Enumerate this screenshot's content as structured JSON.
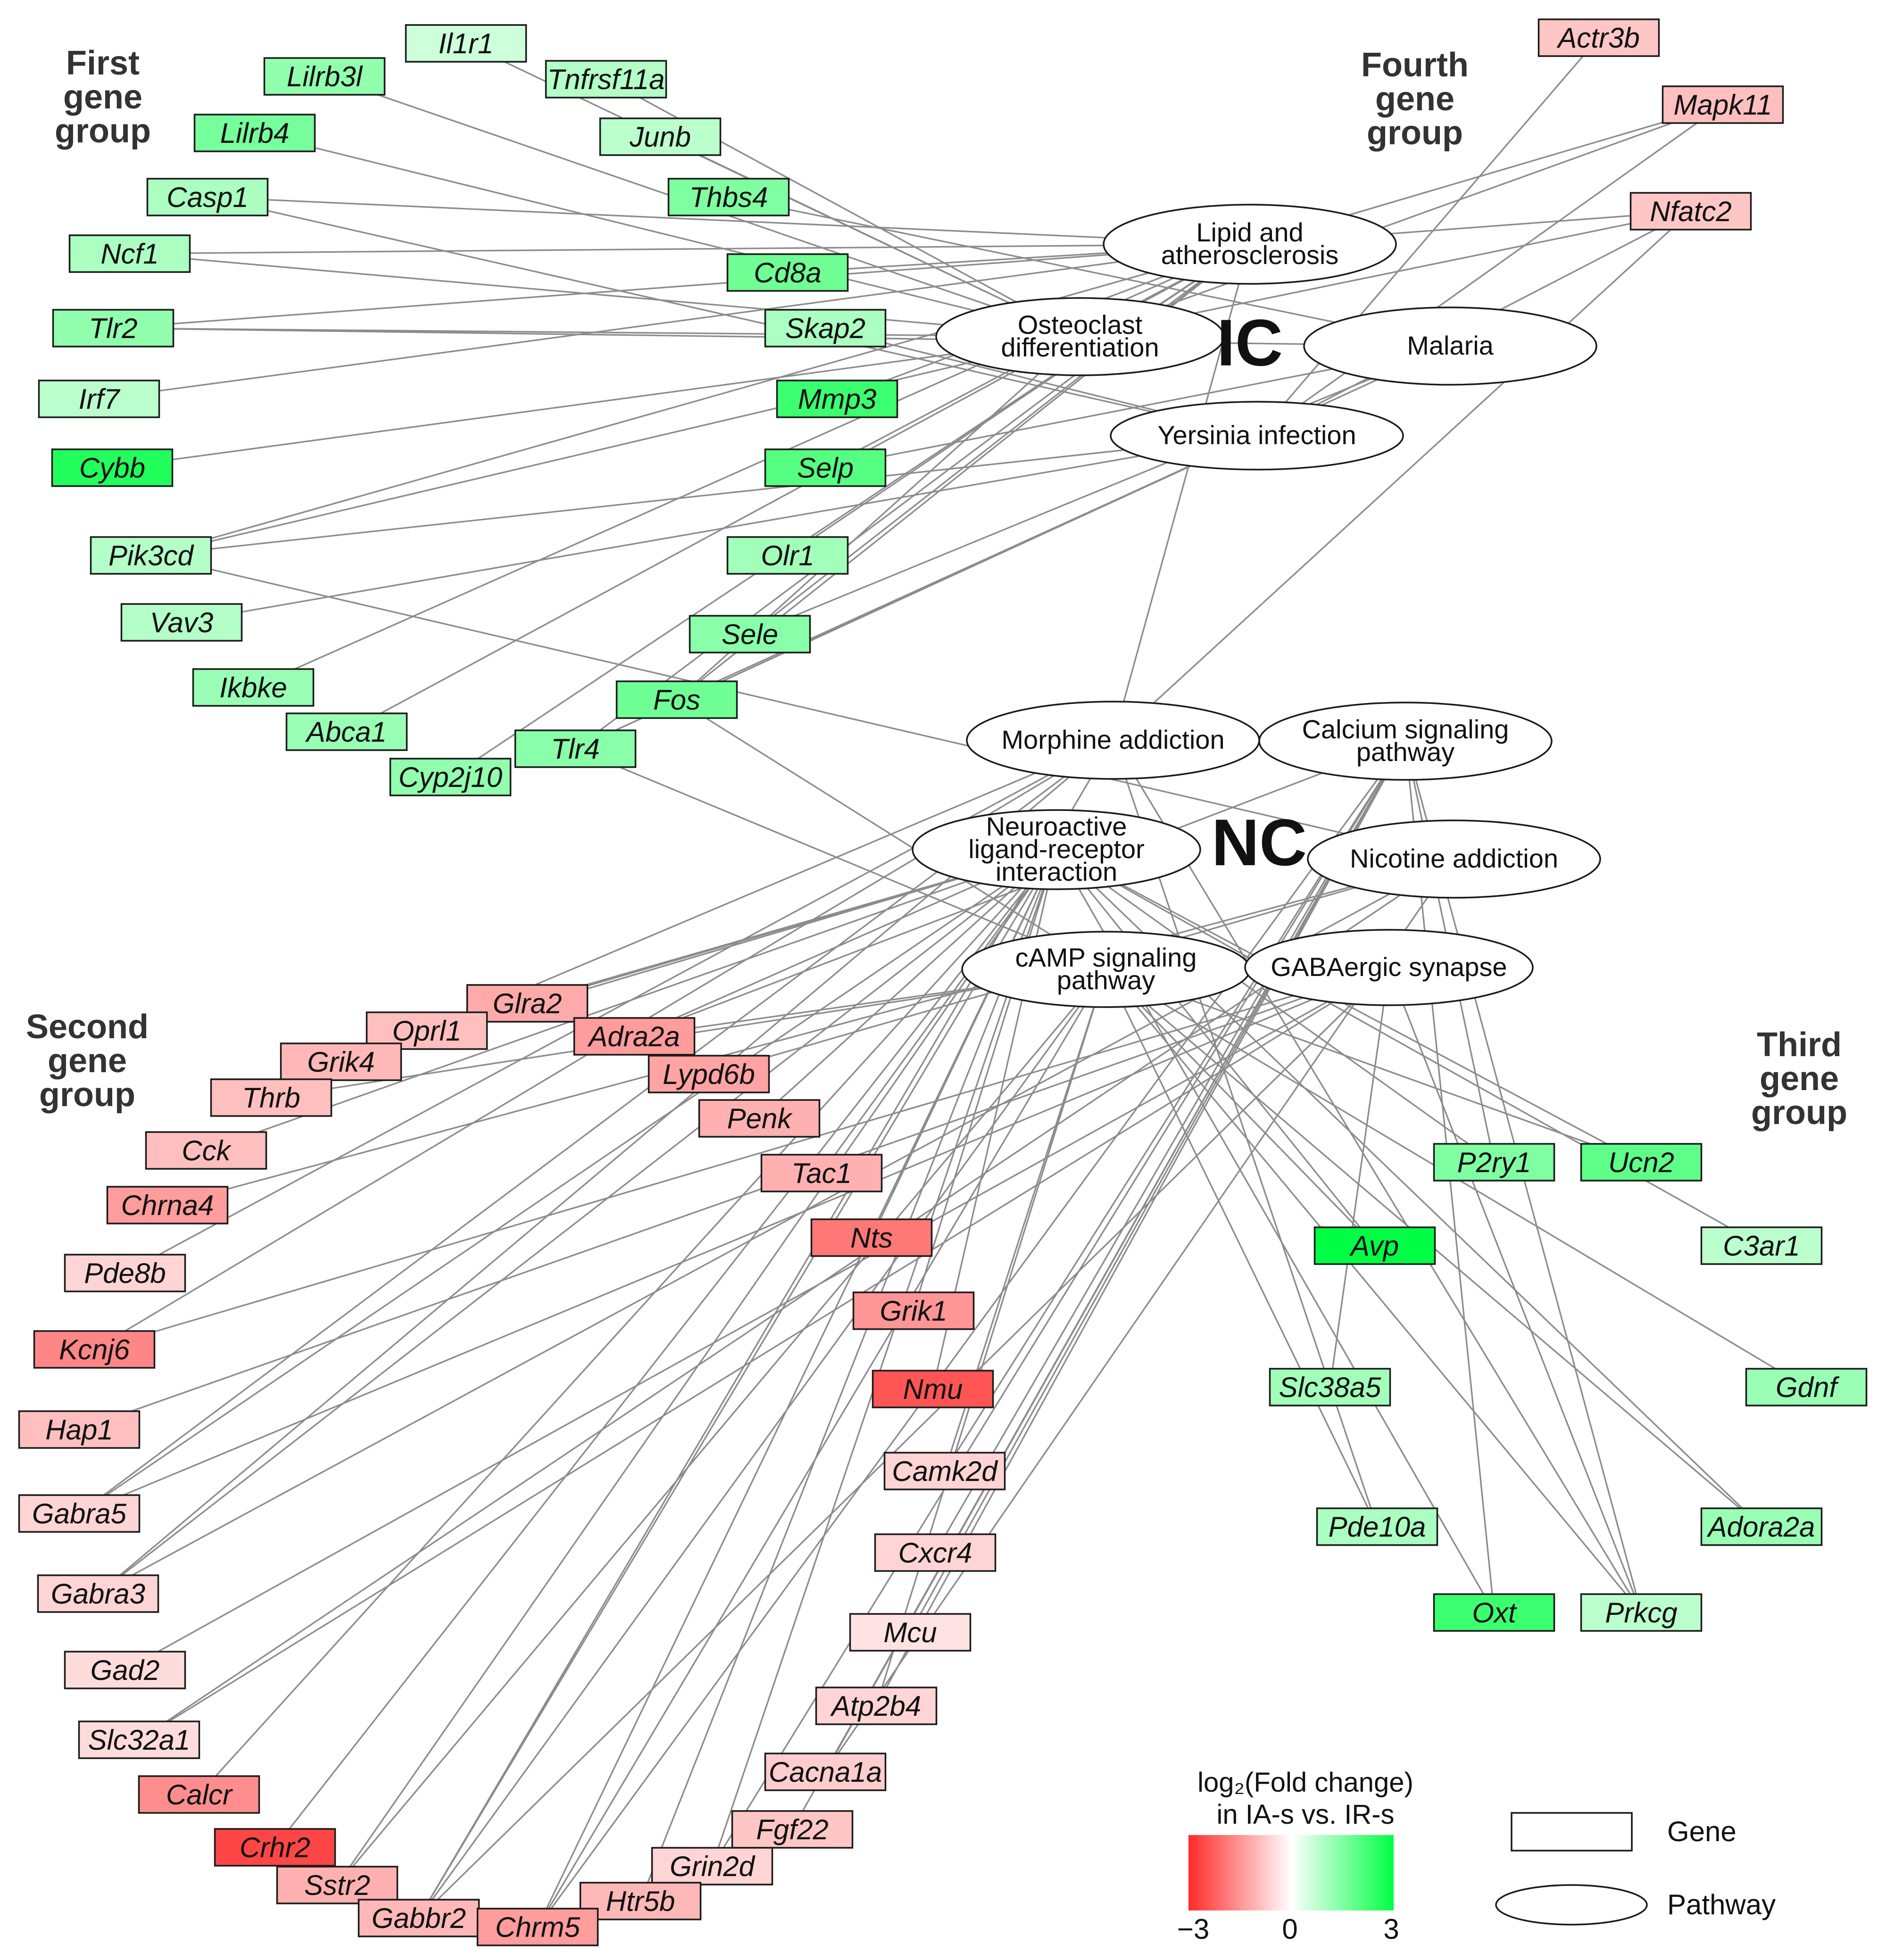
{
  "groups": {
    "first": [
      "First",
      "gene",
      "group"
    ],
    "second": [
      "Second",
      "gene",
      "group"
    ],
    "third": [
      "Third",
      "gene",
      "group"
    ],
    "fourth": [
      "Fourth",
      "gene",
      "group"
    ]
  },
  "clusters": {
    "ic": "IC",
    "nc": "NC"
  },
  "pathways": [
    {
      "id": "lipid",
      "lines": [
        "Lipid and",
        "atherosclerosis"
      ]
    },
    {
      "id": "osteo",
      "lines": [
        "Osteoclast",
        "differentiation"
      ]
    },
    {
      "id": "malaria",
      "lines": [
        "Malaria"
      ]
    },
    {
      "id": "yersinia",
      "lines": [
        "Yersinia infection"
      ]
    },
    {
      "id": "morphine",
      "lines": [
        "Morphine addiction"
      ]
    },
    {
      "id": "calcium",
      "lines": [
        "Calcium signaling",
        "pathway"
      ]
    },
    {
      "id": "neuro",
      "lines": [
        "Neuroactive",
        "ligand-receptor",
        "interaction"
      ]
    },
    {
      "id": "nicotine",
      "lines": [
        "Nicotine addiction"
      ]
    },
    {
      "id": "camp",
      "lines": [
        "cAMP signaling",
        "pathway"
      ]
    },
    {
      "id": "gaba",
      "lines": [
        "GABAergic synapse"
      ]
    }
  ],
  "genes": [
    {
      "name": "Il1r1",
      "fc": 0.6
    },
    {
      "name": "Lilrb3l",
      "fc": 1.3
    },
    {
      "name": "Tnfrsf11a",
      "fc": 0.9
    },
    {
      "name": "Lilrb4",
      "fc": 1.6
    },
    {
      "name": "Junb",
      "fc": 0.8
    },
    {
      "name": "Casp1",
      "fc": 1.0
    },
    {
      "name": "Thbs4",
      "fc": 1.5
    },
    {
      "name": "Ncf1",
      "fc": 1.0
    },
    {
      "name": "Cd8a",
      "fc": 1.7
    },
    {
      "name": "Tlr2",
      "fc": 1.3
    },
    {
      "name": "Skap2",
      "fc": 1.0
    },
    {
      "name": "Irf7",
      "fc": 0.8
    },
    {
      "name": "Mmp3",
      "fc": 2.3
    },
    {
      "name": "Cybb",
      "fc": 2.6
    },
    {
      "name": "Selp",
      "fc": 2.0
    },
    {
      "name": "Pik3cd",
      "fc": 0.9
    },
    {
      "name": "Olr1",
      "fc": 1.1
    },
    {
      "name": "Vav3",
      "fc": 0.9
    },
    {
      "name": "Sele",
      "fc": 1.4
    },
    {
      "name": "Ikbke",
      "fc": 1.2
    },
    {
      "name": "Fos",
      "fc": 1.7
    },
    {
      "name": "Abca1",
      "fc": 1.2
    },
    {
      "name": "Tlr4",
      "fc": 1.4
    },
    {
      "name": "Cyp2j10",
      "fc": 1.3
    },
    {
      "name": "Actr3b",
      "fc": -0.8
    },
    {
      "name": "Mapk11",
      "fc": -0.9
    },
    {
      "name": "Nfatc2",
      "fc": -0.8
    },
    {
      "name": "Glra2",
      "fc": -1.2
    },
    {
      "name": "Oprl1",
      "fc": -0.9
    },
    {
      "name": "Adra2a",
      "fc": -1.4
    },
    {
      "name": "Grik4",
      "fc": -1.0
    },
    {
      "name": "Lypd6b",
      "fc": -1.3
    },
    {
      "name": "Thrb",
      "fc": -0.9
    },
    {
      "name": "Penk",
      "fc": -1.1
    },
    {
      "name": "Cck",
      "fc": -0.9
    },
    {
      "name": "Tac1",
      "fc": -1.1
    },
    {
      "name": "Chrna4",
      "fc": -1.4
    },
    {
      "name": "Nts",
      "fc": -1.9
    },
    {
      "name": "Pde8b",
      "fc": -0.6
    },
    {
      "name": "Grik1",
      "fc": -1.5
    },
    {
      "name": "Kcnj6",
      "fc": -1.7
    },
    {
      "name": "Nmu",
      "fc": -2.4
    },
    {
      "name": "Hap1",
      "fc": -0.9
    },
    {
      "name": "Camk2d",
      "fc": -0.6
    },
    {
      "name": "Gabra5",
      "fc": -0.6
    },
    {
      "name": "Cxcr4",
      "fc": -0.6
    },
    {
      "name": "Gabra3",
      "fc": -0.6
    },
    {
      "name": "Mcu",
      "fc": -0.4
    },
    {
      "name": "Gad2",
      "fc": -0.5
    },
    {
      "name": "Atp2b4",
      "fc": -0.6
    },
    {
      "name": "Slc32a1",
      "fc": -0.5
    },
    {
      "name": "Cacna1a",
      "fc": -0.7
    },
    {
      "name": "Calcr",
      "fc": -1.6
    },
    {
      "name": "Fgf22",
      "fc": -0.8
    },
    {
      "name": "Crhr2",
      "fc": -2.6
    },
    {
      "name": "Grin2d",
      "fc": -0.6
    },
    {
      "name": "Sstr2",
      "fc": -1.1
    },
    {
      "name": "Htr5b",
      "fc": -1.0
    },
    {
      "name": "Gabbr2",
      "fc": -1.0
    },
    {
      "name": "Chrm5",
      "fc": -1.4
    },
    {
      "name": "P2ry1",
      "fc": 1.5
    },
    {
      "name": "Ucn2",
      "fc": 1.9
    },
    {
      "name": "C3ar1",
      "fc": 0.8
    },
    {
      "name": "Avp",
      "fc": 3.0
    },
    {
      "name": "Gdnf",
      "fc": 1.2
    },
    {
      "name": "Slc38a5",
      "fc": 1.1
    },
    {
      "name": "Pde10a",
      "fc": 1.0
    },
    {
      "name": "Adora2a",
      "fc": 1.2
    },
    {
      "name": "Oxt",
      "fc": 2.3
    },
    {
      "name": "Prkcg",
      "fc": 0.8
    }
  ],
  "edges": [
    [
      "Il1r1",
      "osteo"
    ],
    [
      "Tnfrsf11a",
      "osteo"
    ],
    [
      "Lilrb3l",
      "osteo"
    ],
    [
      "Lilrb4",
      "osteo"
    ],
    [
      "Junb",
      "osteo"
    ],
    [
      "Casp1",
      "lipid"
    ],
    [
      "Casp1",
      "yersinia"
    ],
    [
      "Thbs4",
      "malaria"
    ],
    [
      "Ncf1",
      "lipid"
    ],
    [
      "Ncf1",
      "osteo"
    ],
    [
      "Cd8a",
      "lipid"
    ],
    [
      "Tlr2",
      "lipid"
    ],
    [
      "Tlr2",
      "osteo"
    ],
    [
      "Tlr2",
      "malaria"
    ],
    [
      "Skap2",
      "yersinia"
    ],
    [
      "Irf7",
      "lipid"
    ],
    [
      "Cybb",
      "osteo"
    ],
    [
      "Mmp3",
      "lipid"
    ],
    [
      "Selp",
      "lipid"
    ],
    [
      "Selp",
      "malaria"
    ],
    [
      "Pik3cd",
      "lipid"
    ],
    [
      "Pik3cd",
      "osteo"
    ],
    [
      "Pik3cd",
      "yersinia"
    ],
    [
      "Pik3cd",
      "nicotine"
    ],
    [
      "Vav3",
      "yersinia"
    ],
    [
      "Ikbke",
      "lipid"
    ],
    [
      "Olr1",
      "lipid"
    ],
    [
      "Sele",
      "lipid"
    ],
    [
      "Sele",
      "malaria"
    ],
    [
      "Fos",
      "lipid"
    ],
    [
      "Fos",
      "osteo"
    ],
    [
      "Fos",
      "yersinia"
    ],
    [
      "Fos",
      "camp"
    ],
    [
      "Abca1",
      "lipid"
    ],
    [
      "Tlr4",
      "lipid"
    ],
    [
      "Tlr4",
      "yersinia"
    ],
    [
      "Tlr4",
      "malaria"
    ],
    [
      "Tlr4",
      "camp"
    ],
    [
      "Cyp2j10",
      "lipid"
    ],
    [
      "Actr3b",
      "yersinia"
    ],
    [
      "Mapk11",
      "lipid"
    ],
    [
      "Mapk11",
      "osteo"
    ],
    [
      "Mapk11",
      "yersinia"
    ],
    [
      "Nfatc2",
      "osteo"
    ],
    [
      "Nfatc2",
      "yersinia"
    ],
    [
      "Nfatc2",
      "lipid"
    ],
    [
      "Nfatc2",
      "morphine"
    ],
    [
      "Glra2",
      "neuro"
    ],
    [
      "Oprl1",
      "neuro"
    ],
    [
      "Oprl1",
      "morphine"
    ],
    [
      "Adra2a",
      "neuro"
    ],
    [
      "Adra2a",
      "calcium"
    ],
    [
      "Adra2a",
      "camp"
    ],
    [
      "Grik4",
      "neuro"
    ],
    [
      "Lypd6b",
      "nicotine"
    ],
    [
      "Thrb",
      "camp"
    ],
    [
      "Penk",
      "neuro"
    ],
    [
      "Cck",
      "neuro"
    ],
    [
      "Tac1",
      "neuro"
    ],
    [
      "Chrna4",
      "nicotine"
    ],
    [
      "Nts",
      "neuro"
    ],
    [
      "Pde8b",
      "morphine"
    ],
    [
      "Grik1",
      "neuro"
    ],
    [
      "Kcnj6",
      "morphine"
    ],
    [
      "Kcnj6",
      "gaba"
    ],
    [
      "Nmu",
      "neuro"
    ],
    [
      "Hap1",
      "gaba"
    ],
    [
      "Camk2d",
      "calcium"
    ],
    [
      "Camk2d",
      "camp"
    ],
    [
      "Gabra5",
      "neuro"
    ],
    [
      "Gabra5",
      "morphine"
    ],
    [
      "Gabra5",
      "gaba"
    ],
    [
      "Cxcr4",
      "calcium"
    ],
    [
      "Gabra3",
      "neuro"
    ],
    [
      "Gabra3",
      "morphine"
    ],
    [
      "Gabra3",
      "nicotine"
    ],
    [
      "Mcu",
      "calcium"
    ],
    [
      "Gad2",
      "gaba"
    ],
    [
      "Atp2b4",
      "calcium"
    ],
    [
      "Atp2b4",
      "camp"
    ],
    [
      "Slc32a1",
      "gaba"
    ],
    [
      "Slc32a1",
      "nicotine"
    ],
    [
      "Cacna1a",
      "calcium"
    ],
    [
      "Cacna1a",
      "nicotine"
    ],
    [
      "Calcr",
      "neuro"
    ],
    [
      "Fgf22",
      "calcium"
    ],
    [
      "Crhr2",
      "neuro"
    ],
    [
      "Grin2d",
      "calcium"
    ],
    [
      "Grin2d",
      "neuro"
    ],
    [
      "Sstr2",
      "neuro"
    ],
    [
      "Sstr2",
      "camp"
    ],
    [
      "Htr5b",
      "neuro"
    ],
    [
      "Gabbr2",
      "neuro"
    ],
    [
      "Gabbr2",
      "camp"
    ],
    [
      "Gabbr2",
      "gaba"
    ],
    [
      "Gabbr2",
      "morphine"
    ],
    [
      "Chrm5",
      "neuro"
    ],
    [
      "Chrm5",
      "calcium"
    ],
    [
      "Chrm5",
      "camp"
    ],
    [
      "P2ry1",
      "neuro"
    ],
    [
      "P2ry1",
      "calcium"
    ],
    [
      "Ucn2",
      "neuro"
    ],
    [
      "Ucn2",
      "camp"
    ],
    [
      "C3ar1",
      "neuro"
    ],
    [
      "Avp",
      "neuro"
    ],
    [
      "Avp",
      "camp"
    ],
    [
      "Gdnf",
      "camp"
    ],
    [
      "Slc38a5",
      "gaba"
    ],
    [
      "Pde10a",
      "camp"
    ],
    [
      "Pde10a",
      "morphine"
    ],
    [
      "Adora2a",
      "neuro"
    ],
    [
      "Adora2a",
      "camp"
    ],
    [
      "Oxt",
      "neuro"
    ],
    [
      "Oxt",
      "calcium"
    ],
    [
      "Prkcg",
      "morphine"
    ],
    [
      "Prkcg",
      "calcium"
    ],
    [
      "Prkcg",
      "gaba"
    ],
    [
      "Prkcg",
      "camp"
    ],
    [
      "lipid",
      "morphine"
    ]
  ],
  "legend": {
    "title_line1": "log₂(Fold change)",
    "title_line2": "in IA-s vs. IR-s",
    "min_label": "−3",
    "mid_label": "0",
    "max_label": "3",
    "range": [
      -3,
      3
    ],
    "gene_label": "Gene",
    "pathway_label": "Pathway"
  },
  "colors": {
    "negative": "#ff2a2a",
    "neutral": "#ffffff",
    "positive": "#00ff44",
    "edge": "#8c8c8c"
  }
}
